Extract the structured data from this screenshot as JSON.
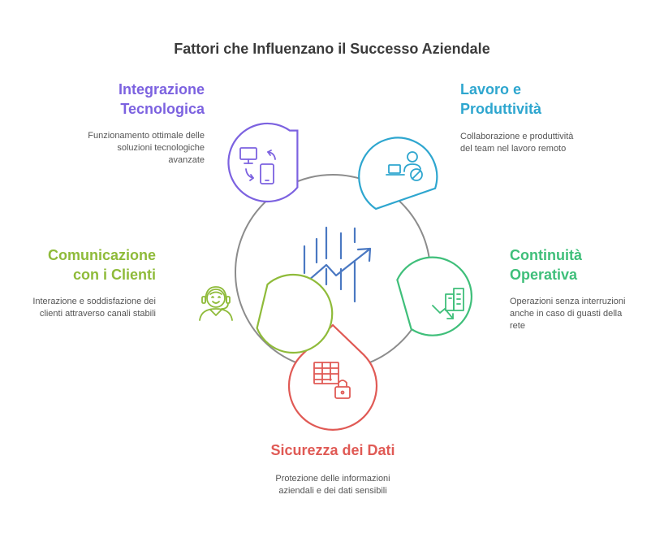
{
  "title": "Fattori che Influenzano il Successo Aziendale",
  "colors": {
    "ring": "#8c8c8c",
    "center_icon": "#4a78c2",
    "integrazione": "#7c62e0",
    "lavoro": "#2ea6cf",
    "continuita": "#3fbf7a",
    "sicurezza": "#e05a55",
    "comunicazione": "#8fbb3a"
  },
  "nodes": [
    {
      "key": "integrazione",
      "title_lines": [
        "Integrazione",
        "Tecnologica"
      ],
      "desc_lines": [
        "Funzionamento ottimale delle",
        "soluzioni tecnologiche",
        "avanzate"
      ],
      "icon": "devices-sync-icon"
    },
    {
      "key": "lavoro",
      "title_lines": [
        "Lavoro e",
        "Produttività"
      ],
      "desc_lines": [
        "Collaborazione e produttività",
        "del team nel lavoro remoto"
      ],
      "icon": "remote-work-icon"
    },
    {
      "key": "continuita",
      "title_lines": [
        "Continuità",
        "Operativa"
      ],
      "desc_lines": [
        "Operazioni senza interruzioni",
        "anche in caso di guasti della",
        "rete"
      ],
      "icon": "building-trend-icon"
    },
    {
      "key": "sicurezza",
      "title_lines": [
        "Sicurezza dei Dati"
      ],
      "desc_lines": [
        "Protezione delle informazioni",
        "aziendali e dei dati sensibili"
      ],
      "icon": "table-lock-icon"
    },
    {
      "key": "comunicazione",
      "title_lines": [
        "Comunicazione",
        "con i Clienti"
      ],
      "desc_lines": [
        "Interazione e soddisfazione dei",
        "clienti attraverso canali stabili"
      ],
      "icon": "customer-support-icon"
    }
  ]
}
